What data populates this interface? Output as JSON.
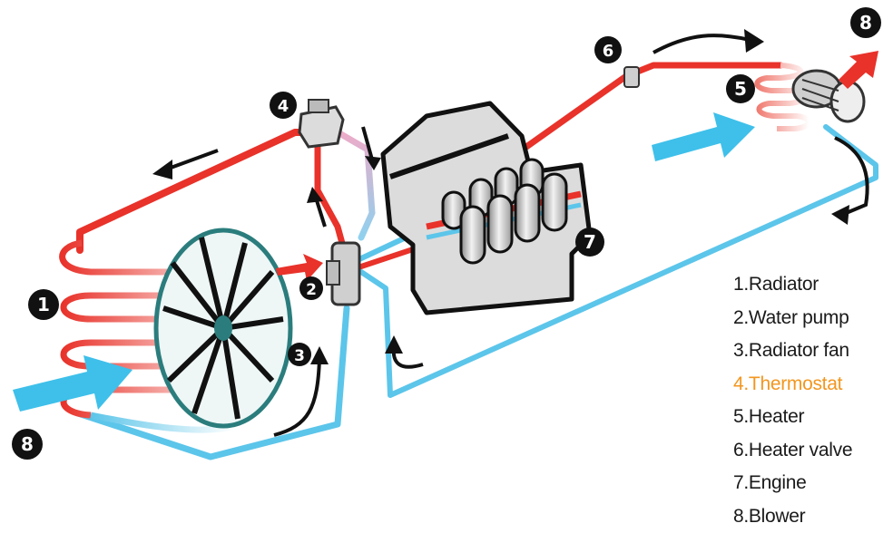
{
  "legend": {
    "items": [
      {
        "label": "1.Radiator",
        "highlight": false
      },
      {
        "label": "2.Water pump",
        "highlight": false
      },
      {
        "label": "3.Radiator fan",
        "highlight": false
      },
      {
        "label": "4.Thermostat",
        "highlight": true
      },
      {
        "label": "5.Heater",
        "highlight": false
      },
      {
        "label": "6.Heater valve",
        "highlight": false
      },
      {
        "label": "7.Engine",
        "highlight": false
      },
      {
        "label": "8.Blower",
        "highlight": false
      }
    ],
    "highlight_color": "#f3961f"
  },
  "markers": {
    "m1": "1",
    "m2": "2",
    "m3": "3",
    "m4": "4",
    "m5": "5",
    "m6": "6",
    "m7": "7",
    "m8_left": "8",
    "m8_right": "8"
  },
  "colors": {
    "hot": "#e8322a",
    "cold": "#5cc5ea",
    "air_arrow": "#3ec0ea",
    "engine_body": "#dcdcdc",
    "marker": "#111111"
  }
}
